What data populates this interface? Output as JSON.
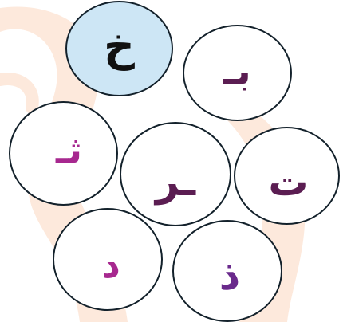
{
  "game": {
    "selected_letter_id": "kha",
    "colors": {
      "outline": "#13212b",
      "selected_fill": "#cde6f5",
      "letter_dark": "#111111",
      "letter_plum": "#5b1d52",
      "letter_magenta": "#a7288f",
      "letter_purple": "#6a2a8c",
      "watermark": "#fbe6d8"
    },
    "letters": [
      {
        "id": "kha",
        "char": "خ",
        "color": "#111111",
        "selected": true
      },
      {
        "id": "ba",
        "char": "بـ",
        "color": "#5b1d52",
        "selected": false
      },
      {
        "id": "tha",
        "char": "ثـ",
        "color": "#a7288f",
        "selected": false
      },
      {
        "id": "ra",
        "char": "ـر",
        "color": "#5b1d52",
        "selected": false
      },
      {
        "id": "ta",
        "char": "ت",
        "color": "#5b1d52",
        "selected": false
      },
      {
        "id": "dal",
        "char": "د",
        "color": "#a7288f",
        "selected": false
      },
      {
        "id": "dhal",
        "char": "ذ",
        "color": "#6a2a8c",
        "selected": false
      }
    ]
  }
}
